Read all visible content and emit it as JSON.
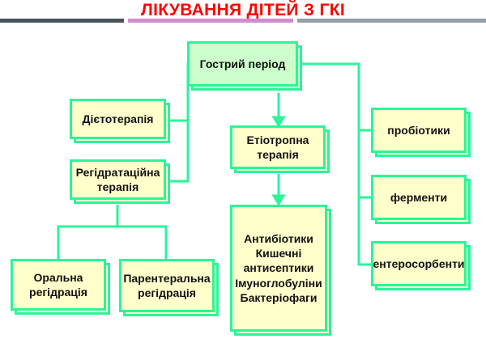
{
  "title": "ЛІКУВАННЯ ДІТЕЙ З ГКІ",
  "colors": {
    "line": "#2af59a",
    "box_fill": "#ffffcc",
    "root_fill": "#ccffcc",
    "title": "#ff0000"
  },
  "nodes": {
    "acute": "Гострий період",
    "diet": "Дієтотерапія",
    "rehydration": "Регідратаційна терапія",
    "oral": "Оральна регідрація",
    "parenteral": "Парентеральна регідрація",
    "etiotropic": "Етіотропна терапія",
    "etiotropic_items": [
      "Антибіотики",
      "Кишечні антисептики",
      "Імуноглобуліни",
      "Бактеріофаги"
    ],
    "probiotics": "пробіотики",
    "enzymes": "ферменти",
    "enterosorbents": "ентеросорбенти"
  }
}
